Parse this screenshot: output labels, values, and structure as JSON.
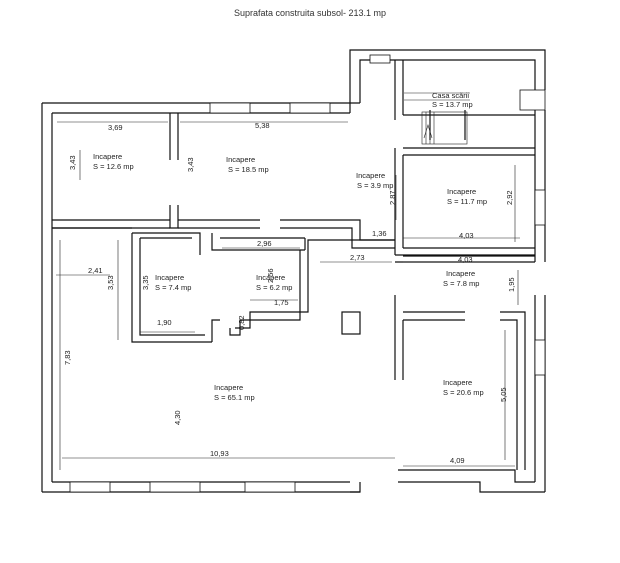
{
  "title": "Suprafata construita subsol- 213.1 mp",
  "rooms": [
    {
      "name": "Incapere",
      "area": "S = 12.6 mp"
    },
    {
      "name": "Incapere",
      "area": "S = 18.5 mp"
    },
    {
      "name": "Casa scării",
      "area": "S = 13.7 mp"
    },
    {
      "name": "Incapere",
      "area": "S = 3.9 mp"
    },
    {
      "name": "Incapere",
      "area": "S = 11.7 mp"
    },
    {
      "name": "Incapere",
      "area": "S = 7.4 mp"
    },
    {
      "name": "Incapere",
      "area": "S = 6.2 mp"
    },
    {
      "name": "Incapere",
      "area": "S = 7.8 mp"
    },
    {
      "name": "Incapere",
      "area": "S = 65.1 mp"
    },
    {
      "name": "Incapere",
      "area": "S = 20.6 mp"
    }
  ],
  "dimensions": {
    "d369": "3,69",
    "d538": "5,38",
    "d343a": "3,43",
    "d343b": "3,43",
    "d287": "2,87",
    "d292": "2,92",
    "d136": "1,36",
    "d403a": "4,03",
    "d403b": "4,03",
    "d296": "2,96",
    "d273": "2,73",
    "d241": "2,41",
    "d353": "3,53",
    "d335": "3,35",
    "d256": "2,56",
    "d175": "1,75",
    "d190": "1,90",
    "d082": "0,82",
    "d195": "1,95",
    "d783": "7,83",
    "d430": "4,30",
    "d505": "5,05",
    "d1093": "10,93",
    "d409": "4,09"
  }
}
